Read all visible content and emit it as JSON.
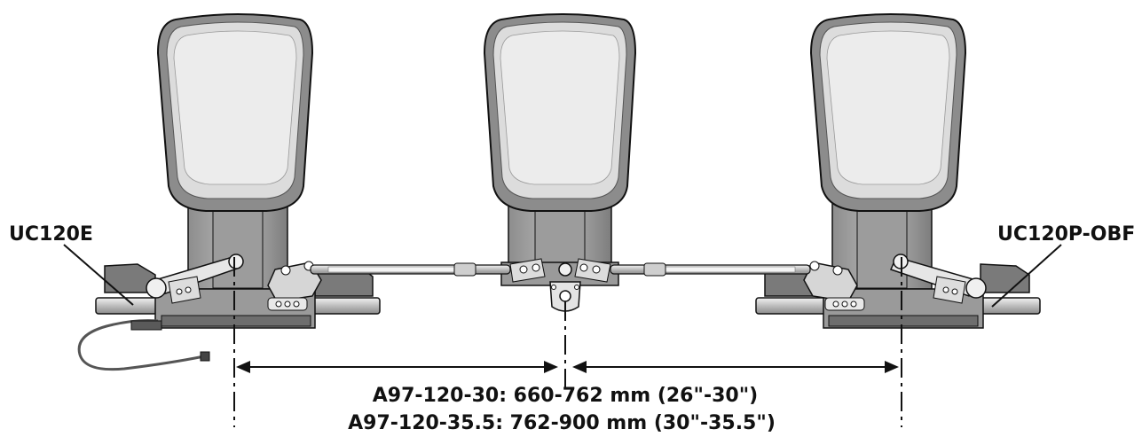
{
  "labels": {
    "left_engine": "UC120E",
    "right_engine": "UC120P-OBF"
  },
  "dimensions": {
    "line1": "A97-120-30: 660-762 mm (26\"-30\")",
    "line2": "A97-120-35.5: 762-900 mm (30\"-35.5\")"
  },
  "colors": {
    "cowl_fill": "#d9d9d9",
    "cowl_shade": "#8a8a8a",
    "cowl_inner": "#ececec",
    "metal_dark": "#6e6e6e",
    "metal_mid": "#a8a8a8",
    "line": "#111111"
  }
}
